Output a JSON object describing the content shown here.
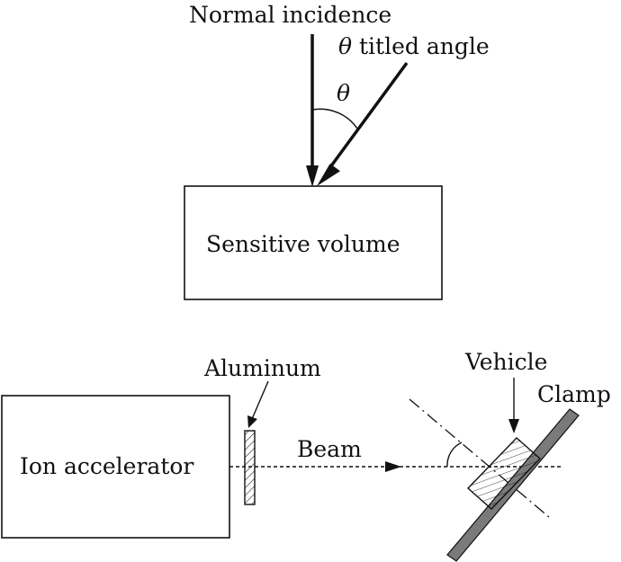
{
  "labels": {
    "normal_incidence": "Normal incidence",
    "theta_symbol": "θ",
    "tilted_angle_text": " titled angle",
    "angle_mark": "θ",
    "sensitive_volume": "Sensitive volume",
    "aluminum": "Aluminum",
    "vehicle": "Vehicle",
    "clamp": "Clamp",
    "beam": "Beam",
    "ion_accelerator": "Ion accelerator"
  },
  "colors": {
    "ink": "#111111",
    "clamp_fill": "#7a7a7a",
    "background": "#ffffff"
  }
}
